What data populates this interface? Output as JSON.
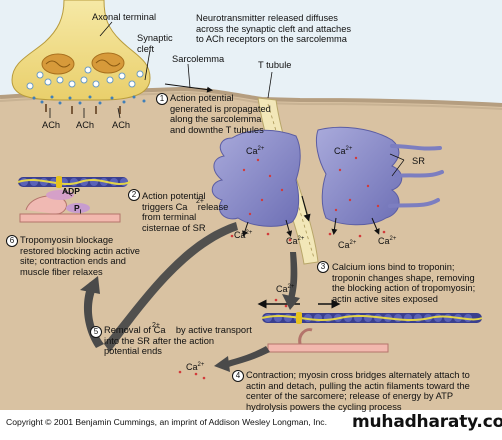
{
  "labels": {
    "axonal_terminal": "Axonal terminal",
    "synaptic_cleft": "Synaptic\ncleft",
    "sarcolemma": "Sarcolemma",
    "t_tubule": "T tubule",
    "neurotransmitter_note": "Neurotransmitter released diffuses\nacross the synaptic cleft and attaches\nto ACh receptors on the sarcolemma",
    "ach": [
      "ACh",
      "ACh",
      "ACh"
    ],
    "sr": "SR",
    "adp": "ADP",
    "pi": "P",
    "pi_sub": "i"
  },
  "ca_label": {
    "base": "Ca",
    "charge": "2+"
  },
  "steps": [
    {
      "num": "1",
      "text": "Action potential\ngenerated is propagated\nalong the sarcolemma\nand downthe T tubules"
    },
    {
      "num": "2",
      "text": "Action potential\ntriggers Ca    release\nfrom terminal\ncisternae of SR"
    },
    {
      "num": "3",
      "text": "Calcium ions bind to troponin;\ntroponin changes shape, removing\nthe blocking action of tropomyosin;\nactin active sites exposed"
    },
    {
      "num": "4",
      "text": "Contraction; myosin cross bridges alternately attach to\nactin and detach, pulling the actin filaments toward the\ncenter of the sarcomere; release of energy by ATP\nhydrolysis powers the cycling process"
    },
    {
      "num": "5",
      "text": "Removal of Ca    by active transport\ninto the SR after the action\npotential ends"
    },
    {
      "num": "6",
      "text": "Tropomyosin blockage\nrestored blocking actin active\nsite; contraction ends and\nmuscle fiber relaxes"
    }
  ],
  "footer": {
    "copyright": "Copyright © 2001 Benjamin Cummings, an imprint of Addison Wesley Longman, Inc.",
    "watermark": "muhadharaty.com"
  },
  "colors": {
    "sky": "#e8f1f6",
    "sarcoplasm": "#d9c2a2",
    "terminal": "#f4e396",
    "sr": "#8e8fcc",
    "t_tubule": "#f2e7b8",
    "arrow": "#4a4a4a"
  }
}
